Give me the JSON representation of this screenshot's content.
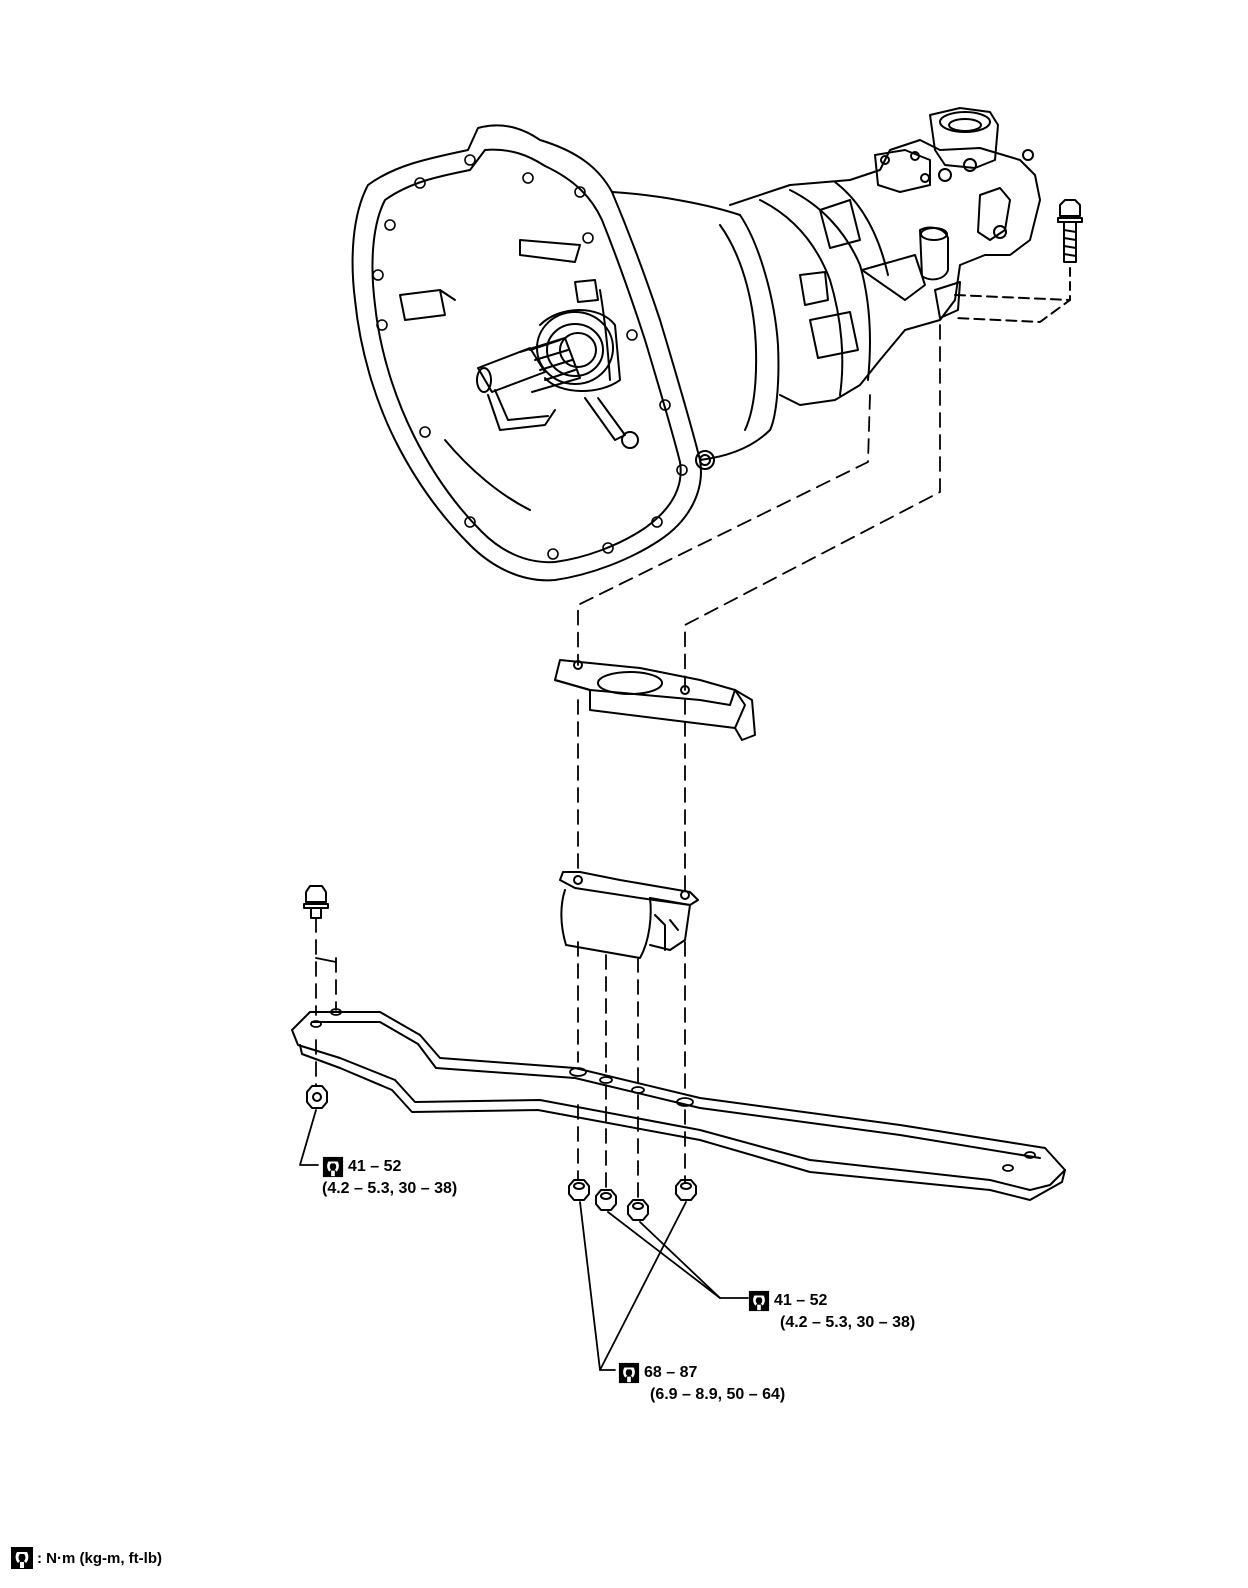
{
  "callouts": {
    "crossmember_bolt": {
      "torque": "41 – 52",
      "alt": "(4.2 – 5.3, 30 – 38)"
    },
    "insulator_nuts": {
      "torque": "41 – 52",
      "alt": "(4.2 – 5.3, 30 – 38)"
    },
    "bracket_nuts": {
      "torque": "68 – 87",
      "alt": "(6.9 – 8.9, 50 – 64)"
    }
  },
  "legend": {
    "units": ": N·m (kg-m, ft-lb)"
  },
  "icons": {
    "torque": "torque-wrench-icon"
  }
}
